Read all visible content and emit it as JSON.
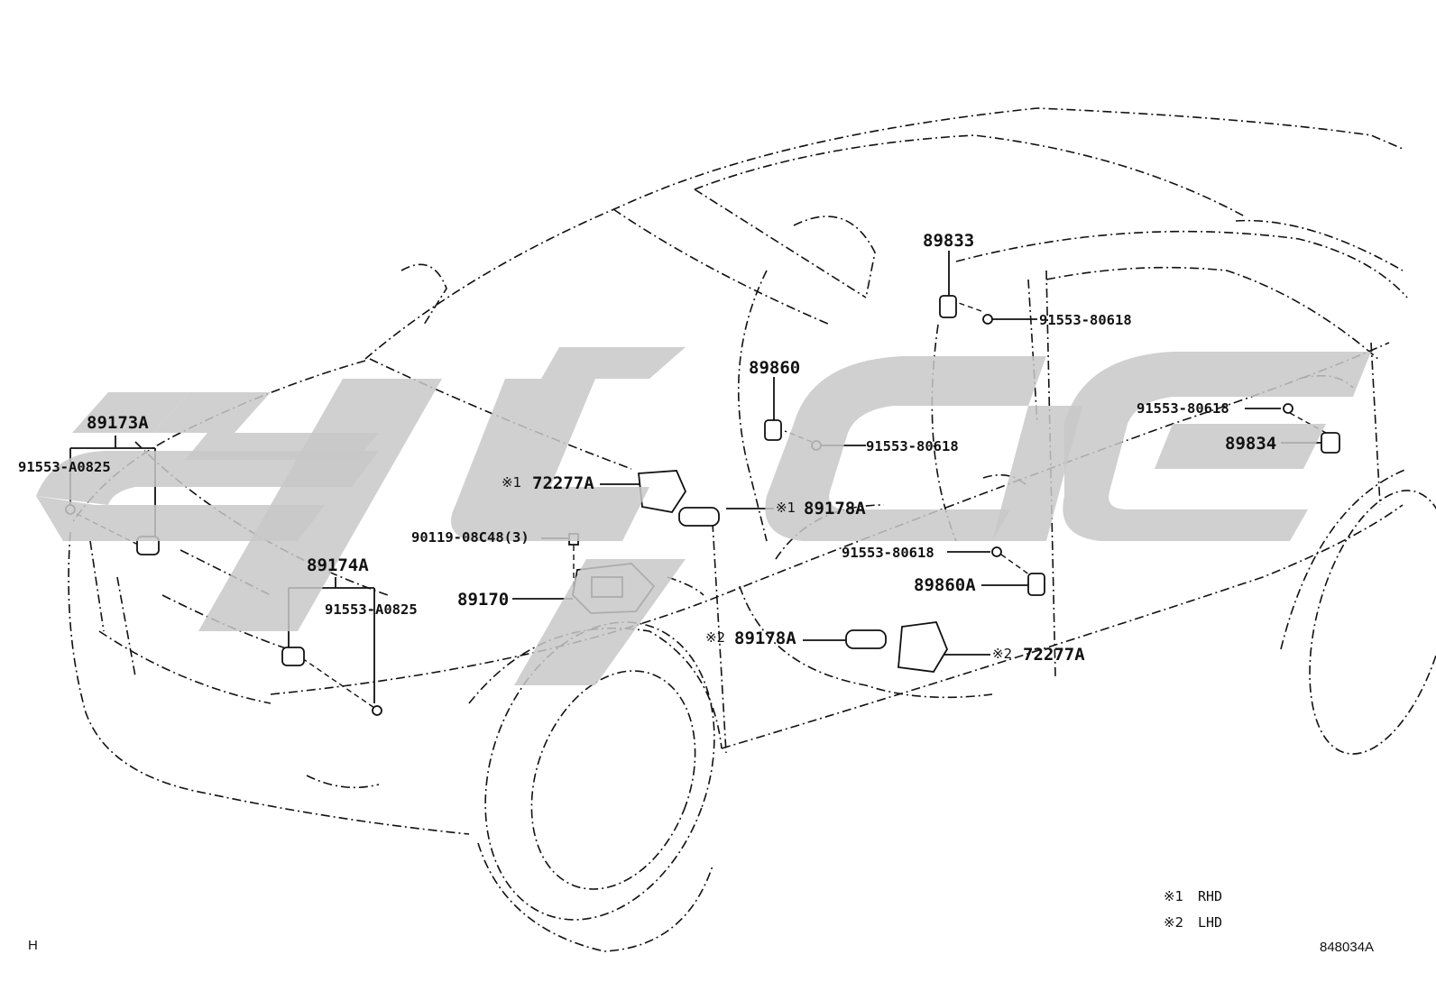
{
  "colors": {
    "line": "#111111",
    "watermark": "#c8c8c8"
  },
  "watermark_icon": "brand-watermark-logo",
  "parts": {
    "p89173A": "89173A",
    "p91553A0825_left": "91553-A0825",
    "p89174A": "89174A",
    "p91553A0825_center": "91553-A0825",
    "p72277A_rhd": "72277A",
    "p90119": "90119-08C48(3)",
    "p89170": "89170",
    "p89860": "89860",
    "p89178A_rhd": "89178A",
    "p89178A_lhd": "89178A",
    "p72277A_lhd": "72277A",
    "p89833": "89833",
    "p91553_80618_a": "91553-80618",
    "p91553_80618_b": "91553-80618",
    "p91553_80618_c": "91553-80618",
    "p91553_80618_d": "91553-80618",
    "p89834": "89834",
    "p89860A": "89860A"
  },
  "marks": {
    "rhd": "※1",
    "lhd": "※2"
  },
  "legend": {
    "rhd_mark": "※1",
    "rhd_text": "RHD",
    "lhd_mark": "※2",
    "lhd_text": "LHD"
  },
  "footer": {
    "left_code": "H",
    "illustration_id": "848034A"
  }
}
